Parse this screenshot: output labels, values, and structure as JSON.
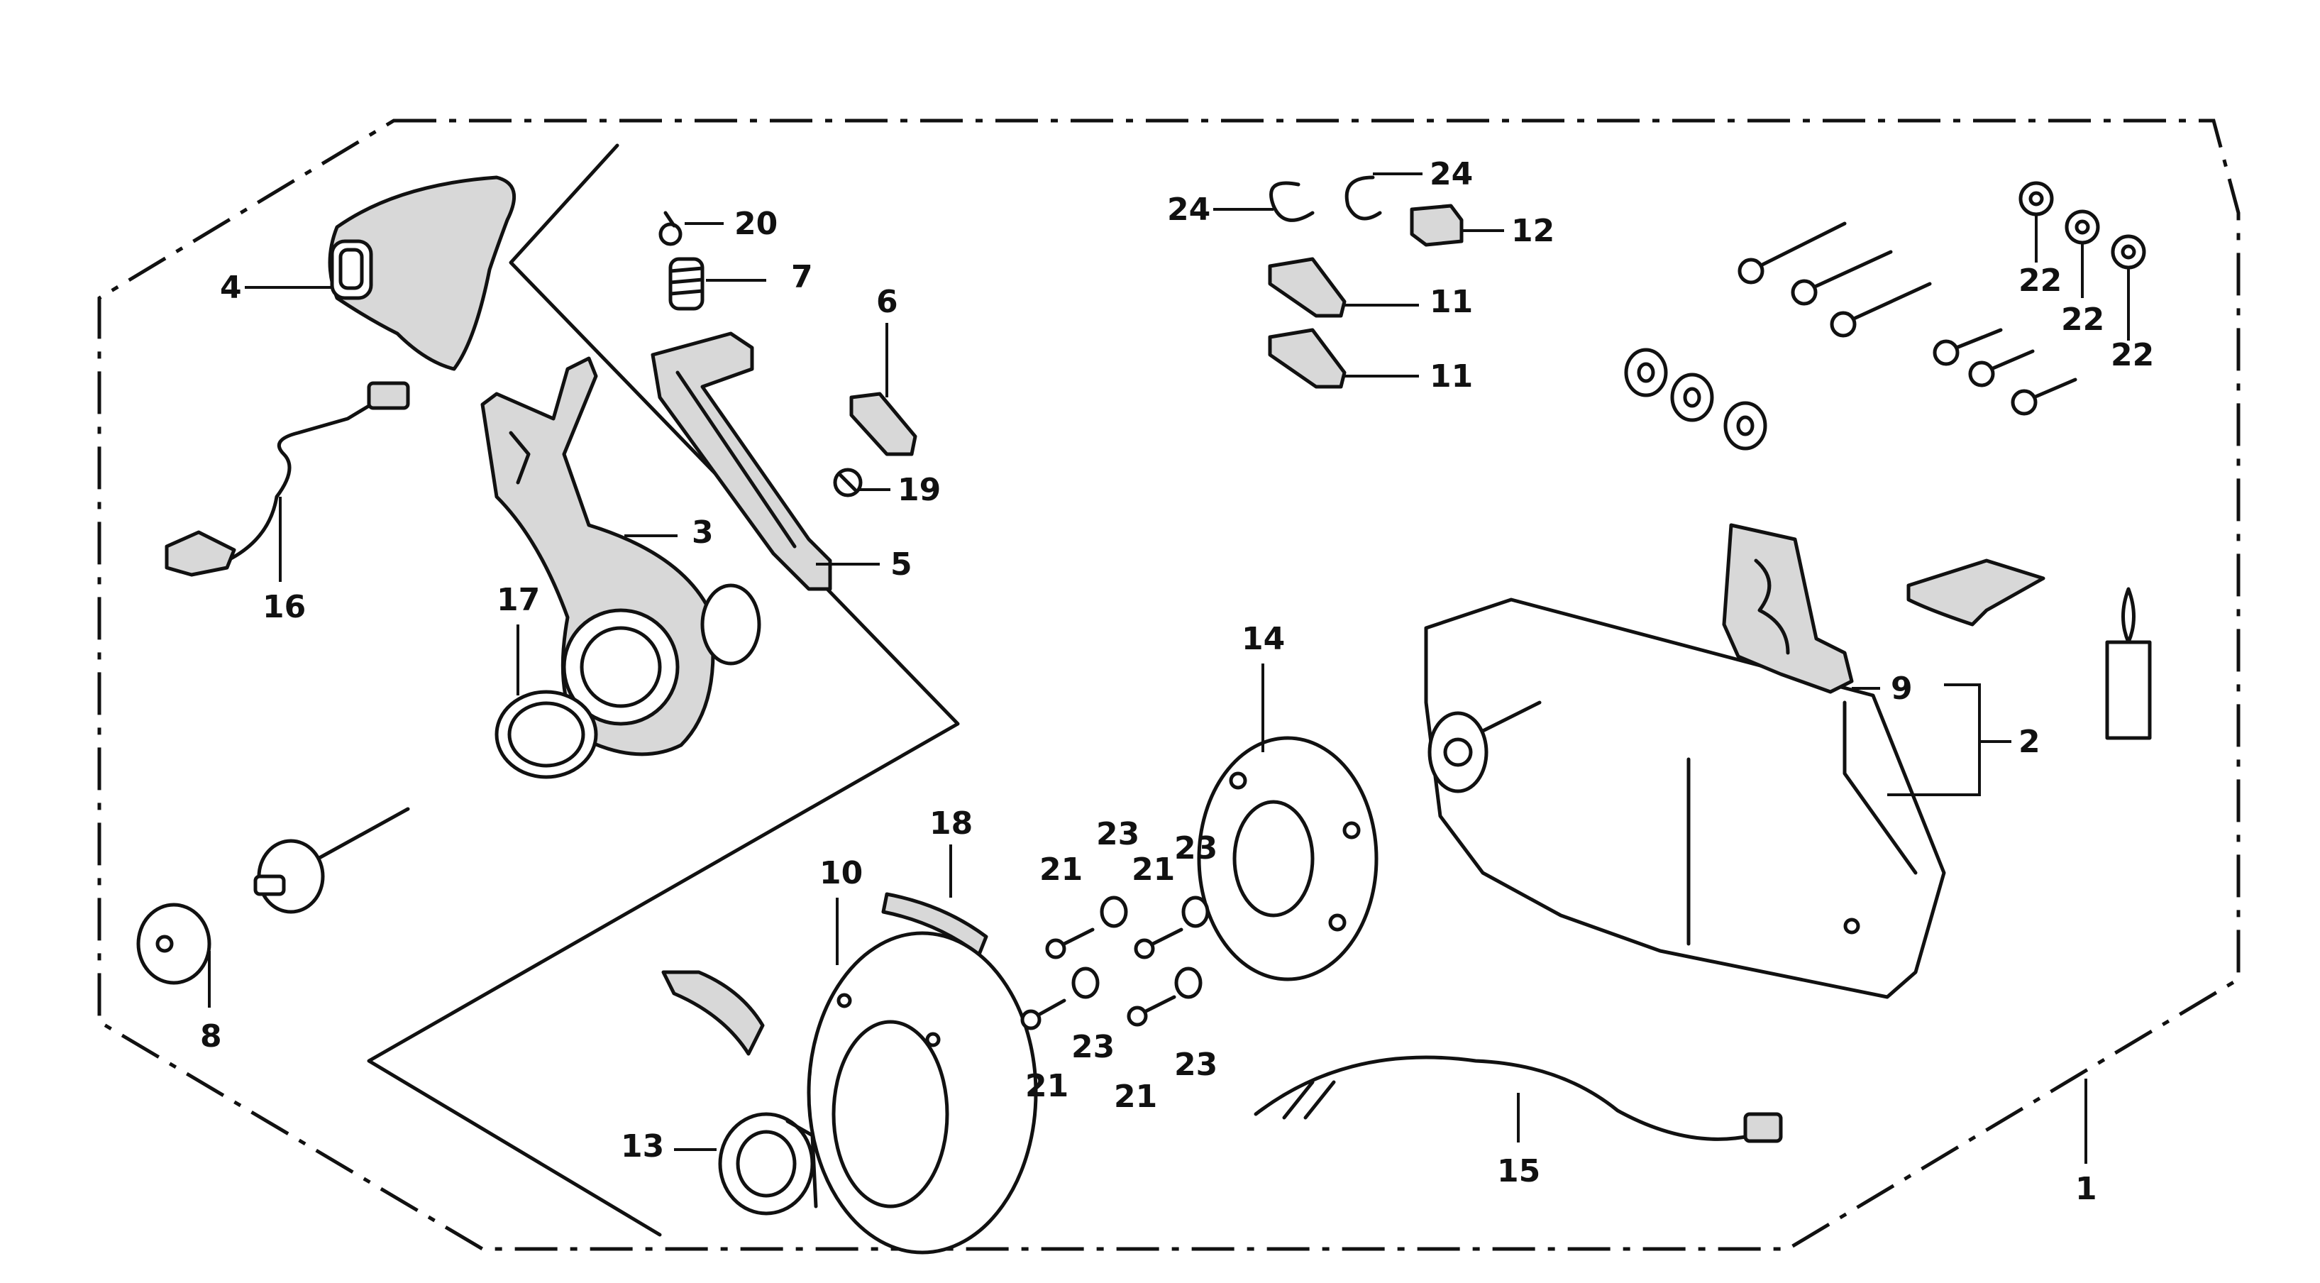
{
  "diagram": {
    "labels": {
      "l1": "1",
      "l2": "2",
      "l3": "3",
      "l4": "4",
      "l5": "5",
      "l6": "6",
      "l7": "7",
      "l8": "8",
      "l9": "9",
      "l10": "10",
      "l11a": "11",
      "l11b": "11",
      "l12": "12",
      "l13": "13",
      "l14": "14",
      "l15": "15",
      "l16": "16",
      "l17": "17",
      "l18": "18",
      "l19": "19",
      "l20": "20",
      "l21a": "21",
      "l21b": "21",
      "l21c": "21",
      "l21d": "21",
      "l22a": "22",
      "l22b": "22",
      "l22c": "22",
      "l23a": "23",
      "l23b": "23",
      "l23c": "23",
      "l23d": "23",
      "l24a": "24",
      "l24b": "24"
    },
    "colors": {
      "ink": "#111111",
      "paper": "#ffffff",
      "shade": "#d8d8d8"
    }
  }
}
